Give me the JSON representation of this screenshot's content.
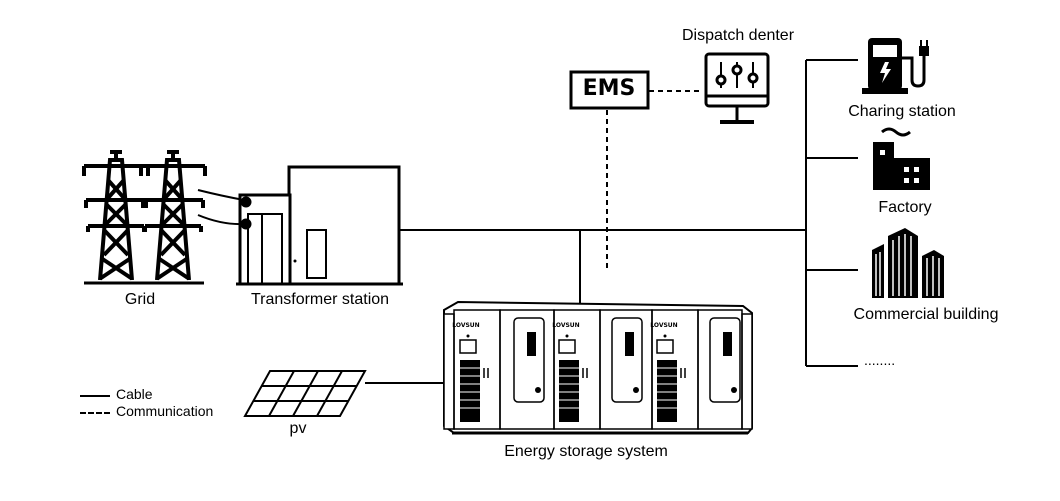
{
  "diagram": {
    "labels": {
      "grid": "Grid",
      "transformer": "Transformer station",
      "ems": "EMS",
      "dispatch": "Dispatch denter",
      "charging": "Charing station",
      "factory": "Factory",
      "commercial": "Commercial building",
      "ellipsis": "........",
      "pv": "pv",
      "storage": "Energy storage system",
      "storage_brand": "LOVSUN"
    },
    "legend": {
      "cable": "Cable",
      "communication": "Communication"
    }
  }
}
